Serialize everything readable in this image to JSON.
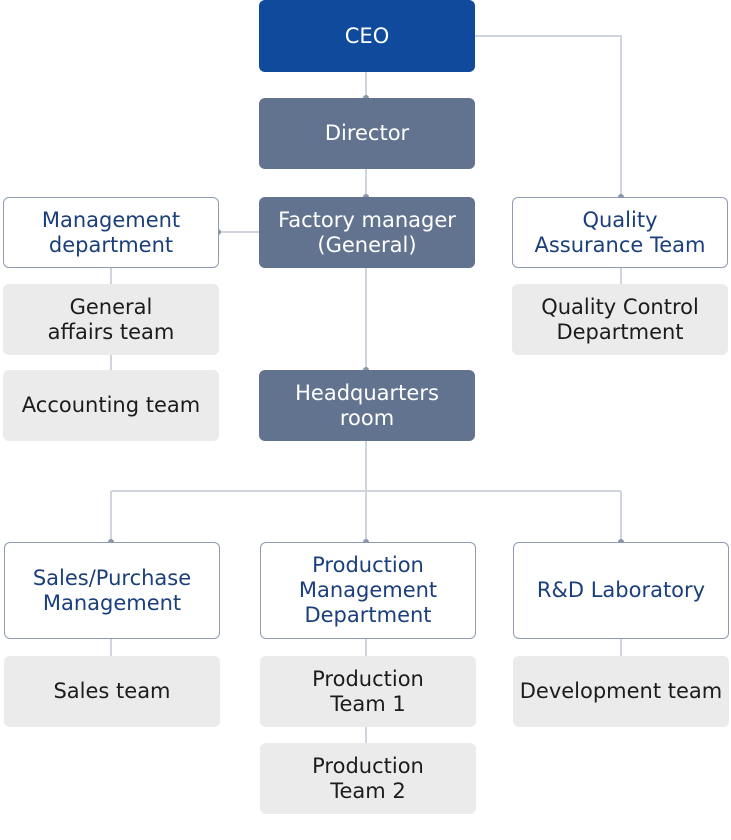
{
  "chart": {
    "nodes": {
      "ceo": "CEO",
      "director": "Director",
      "factory_manager": "Factory manager\n(General)",
      "management_department": "Management\ndepartment",
      "quality_assurance_team": "Quality\nAssurance Team",
      "general_affairs_team": "General\naffairs team",
      "accounting_team": "Accounting team",
      "quality_control_department": "Quality Control\nDepartment",
      "headquarters_room": "Headquarters\nroom",
      "sales_purchase_management": "Sales/Purchase\nManagement",
      "production_management_department": "Production\nManagement\nDepartment",
      "rd_laboratory": "R&D Laboratory",
      "sales_team": "Sales team",
      "production_team_1": "Production\nTeam 1",
      "production_team_2": "Production\nTeam 2",
      "development_team": "Development team"
    },
    "colors": {
      "ceo_fill": "#0f4a9c",
      "department_fill": "#62738f",
      "outline_border": "#8f9bb0",
      "outline_text": "#1a3f7a",
      "team_fill": "#ebebeb",
      "connector": "#d0d5dd"
    }
  }
}
